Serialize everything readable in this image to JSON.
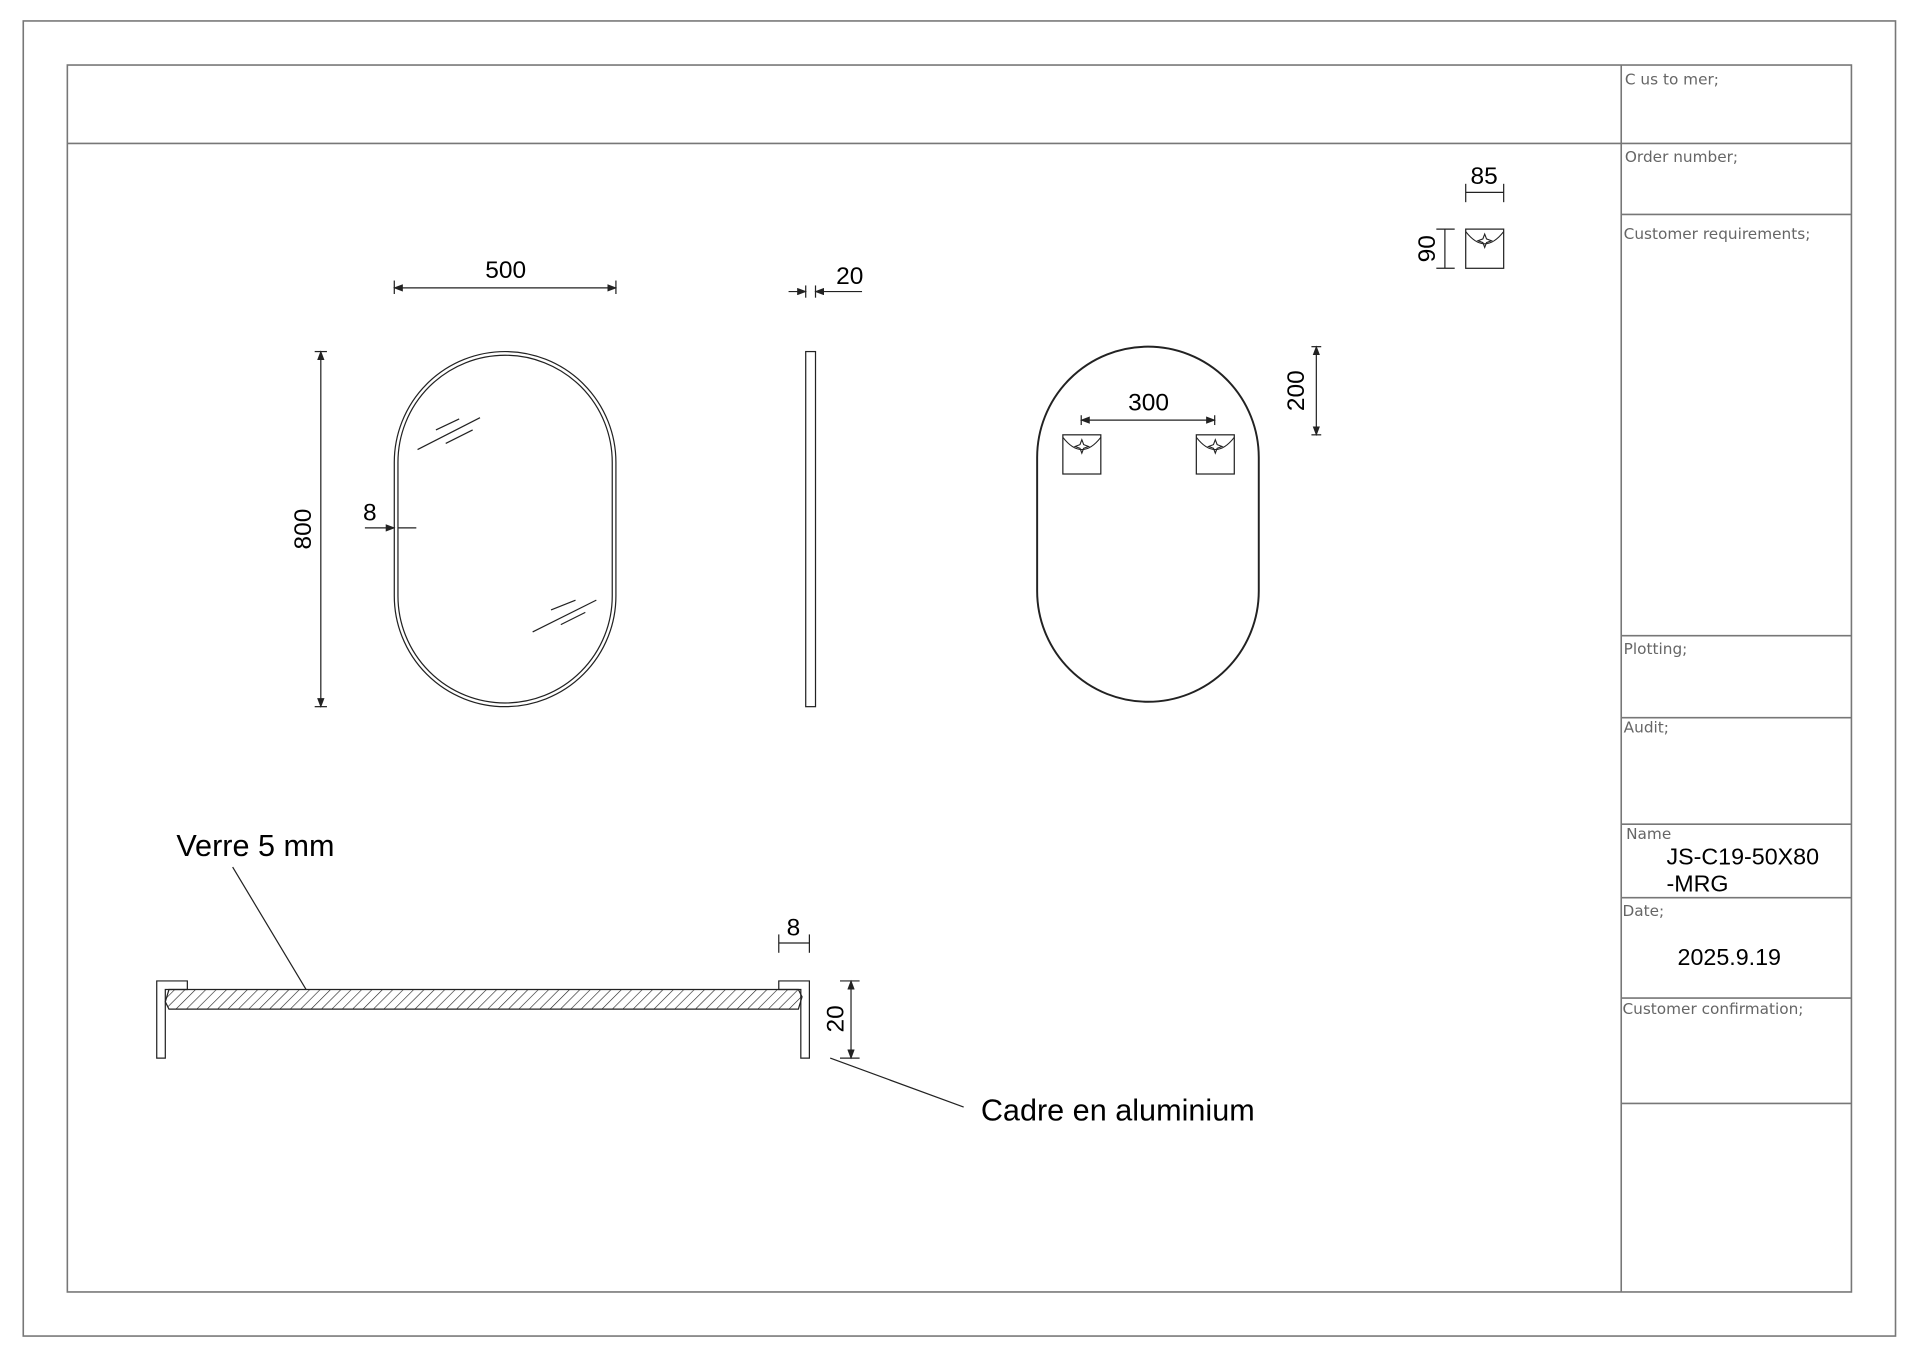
{
  "title_block": {
    "customer_label": "C us to mer;",
    "order_number_label": "Order number;",
    "customer_requirements_label": "Customer requirements;",
    "plotting_label": "Plotting;",
    "audit_label": "Audit;",
    "name_label": "Name",
    "name_value_line1": "JS-C19-50X80",
    "name_value_line2": "-MRG",
    "date_label": "Date;",
    "date_value": "2025.9.19",
    "customer_confirmation_label": "Customer confirmation;"
  },
  "front_view": {
    "width": "500",
    "height": "800",
    "frame": "8"
  },
  "side_view": {
    "depth": "20"
  },
  "back_view": {
    "bracket_spacing": "300",
    "bracket_offset": "200"
  },
  "bracket_detail": {
    "width": "85",
    "height": "90"
  },
  "section": {
    "frame_width": "8",
    "depth": "20",
    "glass_label": "Verre 5 mm",
    "frame_label": "Cadre en aluminium"
  }
}
